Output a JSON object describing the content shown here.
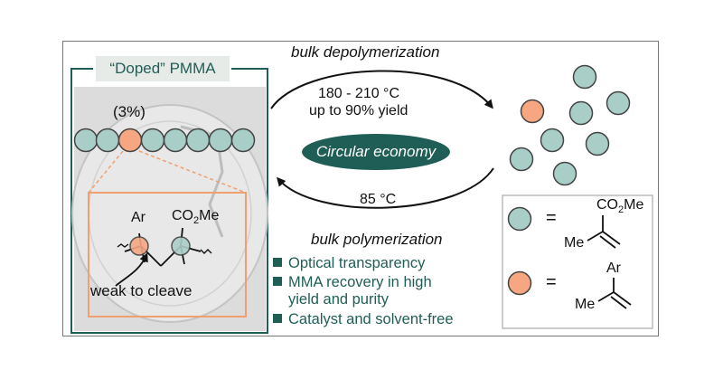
{
  "panel_title": "“Doped” PMMA",
  "dopant_fraction": "(3%)",
  "depolymerization": {
    "label": "bulk depolymerization",
    "temperature": "180 - 210 °C",
    "yield": "up to 90% yield"
  },
  "polymerization": {
    "label": "bulk polymerization",
    "temperature": "85 °C"
  },
  "center_label": "Circular economy",
  "zoom_labels": {
    "substituent_aryl": "Ar",
    "substituent_ester": "CO",
    "ester_sub": "2",
    "ester_suffix": "Me",
    "annotation": "weak to cleave"
  },
  "features": [
    "Optical transparency",
    "MMA recovery in high",
    "yield and purity",
    "Catalyst and solvent-free"
  ],
  "legend": {
    "eq_sign": "=",
    "mma_top": "CO",
    "mma_sub": "2",
    "mma_suffix": "Me",
    "mma_methyl": "Me",
    "comonomer_top": "Ar",
    "comonomer_methyl": "Me"
  },
  "colors": {
    "teal_bead": "#a9cec8",
    "orange_bead": "#f6a782",
    "dark_teal": "#1f5e56",
    "orange_accent": "#f0a070"
  }
}
